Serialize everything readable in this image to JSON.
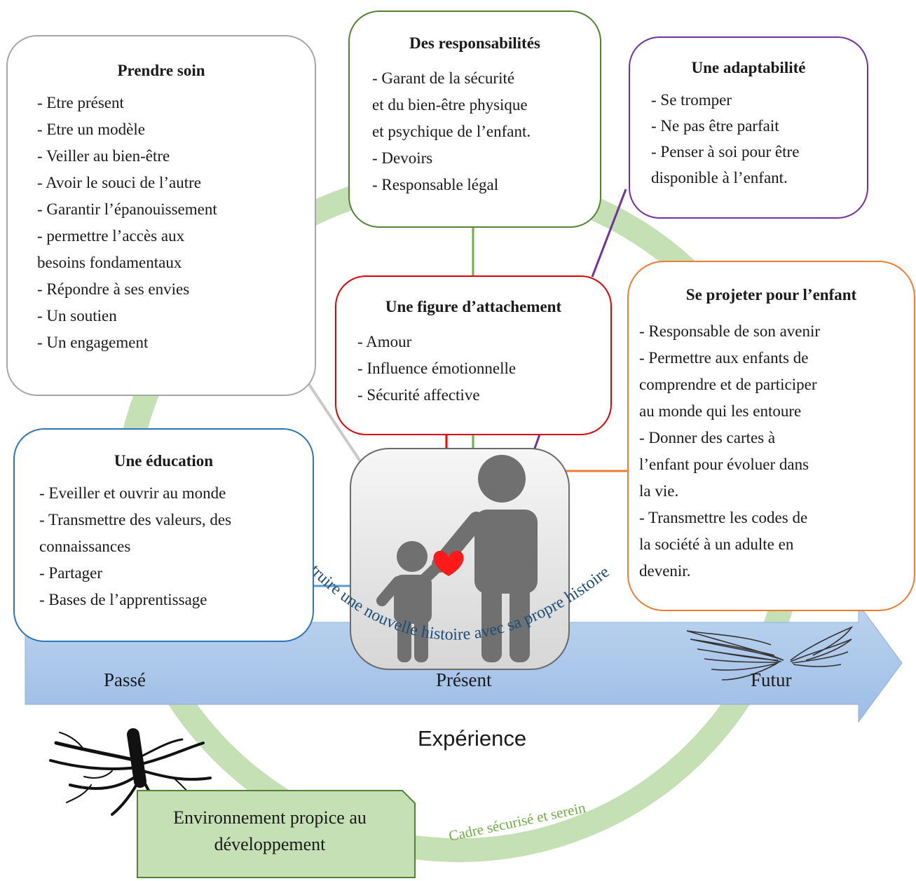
{
  "boxes": {
    "prendre_soin": {
      "title": "Prendre soin",
      "items": [
        "- Etre présent",
        "- Etre un modèle",
        "- Veiller au bien-être",
        "- Avoir le souci de l’autre",
        "- Garantir l’épanouissement",
        "- permettre l’accès aux",
        "besoins fondamentaux",
        "- Répondre à ses envies",
        "- Un soutien",
        "- Un engagement"
      ]
    },
    "responsabilites": {
      "title": "Des responsabilités",
      "items": [
        "- Garant de la sécurité",
        "et du bien-être physique",
        "et psychique de l’enfant.",
        "- Devoirs",
        "- Responsable légal"
      ]
    },
    "adaptabilite": {
      "title": "Une adaptabilité",
      "items": [
        "- Se tromper",
        "- Ne pas être parfait",
        "- Penser à soi pour être",
        "disponible à l’enfant."
      ]
    },
    "attachement": {
      "title": "Une figure d’attachement",
      "items": [
        "- Amour",
        "- Influence émotionnelle",
        "- Sécurité affective"
      ]
    },
    "projeter": {
      "title": "Se projeter pour l’enfant",
      "items": [
        "- Responsable de son avenir",
        "- Permettre aux enfants de",
        "comprendre et de participer",
        "au monde qui les entoure",
        "- Donner des cartes à",
        "l’enfant pour évoluer dans",
        "la vie.",
        "- Transmettre les codes de",
        "la société à un adulte en",
        "devenir."
      ]
    },
    "education": {
      "title": "Une éducation",
      "items": [
        "- Eveiller et ouvrir au monde",
        "- Transmettre des valeurs, des",
        "connaissances",
        "- Partager",
        "- Bases de l’apprentissage"
      ]
    }
  },
  "timeline": {
    "past": "Passé",
    "present": "Présent",
    "future": "Futur"
  },
  "experience": "Expérience",
  "arc_text": "Construire une nouvelle histoire avec sa propre histoire",
  "circle_text": "Cadre sécurisé et serein",
  "environment": "Environnement propice au développement",
  "icons": [
    "child-adult-holding-hands-icon",
    "heart-icon",
    "roots-icon",
    "wings-icon"
  ],
  "colors": {
    "prendre_soin": "#a6a6a6",
    "responsabilites": "#548235",
    "adaptabilite": "#7030a0",
    "attachement": "#e00000",
    "projeter": "#ed7d31",
    "education": "#2e75b6",
    "ring": "#c5e0b4",
    "arrow": "#a9c4e6",
    "arc_text": "#1f4e79",
    "circle_text": "#70ad47",
    "figure": "#6b6b6b"
  }
}
